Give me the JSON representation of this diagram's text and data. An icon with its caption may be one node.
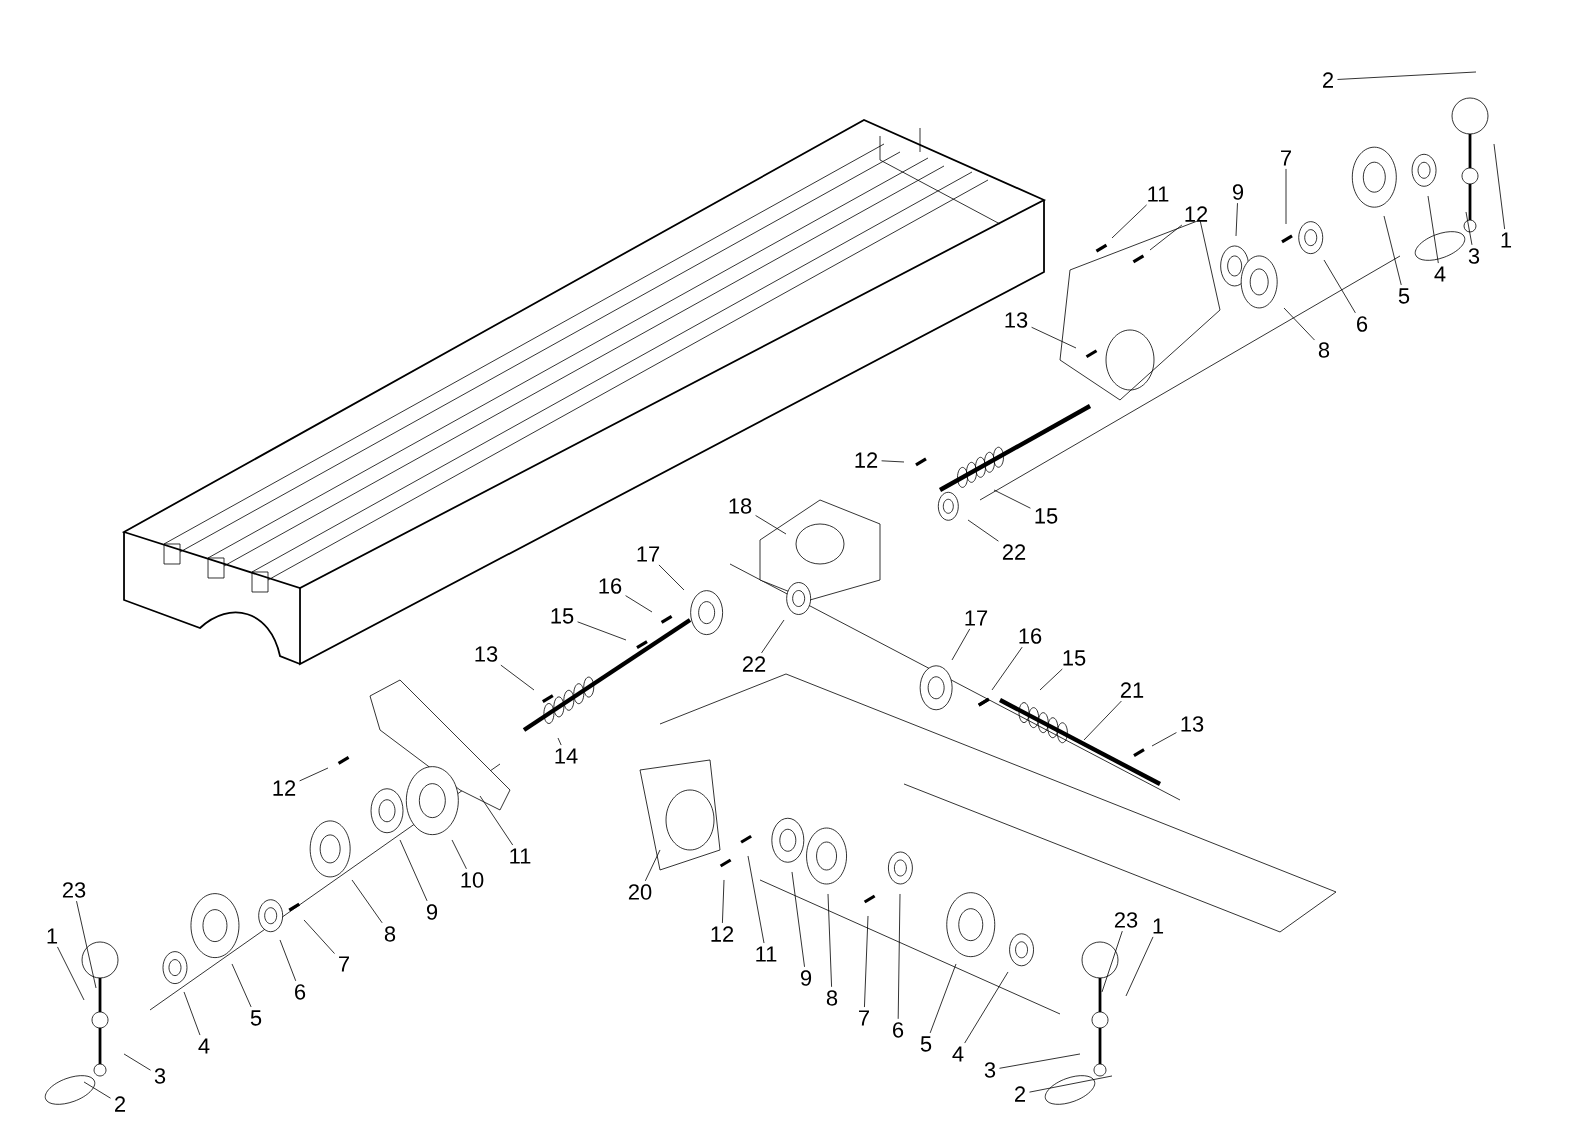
{
  "diagram": {
    "nodes": [
      {
        "text": [
          "2"
        ]
      },
      {
        "text": [
          "11"
        ]
      },
      {
        "text": [
          "12"
        ]
      },
      {
        "text": [
          "9"
        ]
      },
      {
        "text": [
          "7"
        ]
      },
      {
        "text": [
          "1"
        ]
      },
      {
        "text": [
          "3"
        ]
      },
      {
        "text": [
          "4"
        ]
      },
      {
        "text": [
          "5"
        ]
      },
      {
        "text": [
          "6"
        ]
      },
      {
        "text": [
          "8"
        ]
      },
      {
        "text": [
          "13"
        ]
      },
      {
        "text": [
          "12"
        ]
      },
      {
        "text": [
          "15"
        ]
      },
      {
        "text": [
          "22"
        ]
      },
      {
        "text": [
          "18"
        ]
      },
      {
        "text": [
          "17"
        ]
      },
      {
        "text": [
          "16"
        ]
      },
      {
        "text": [
          "15"
        ]
      },
      {
        "text": [
          "22"
        ]
      },
      {
        "text": [
          "13"
        ]
      },
      {
        "text": [
          "14"
        ]
      },
      {
        "text": [
          "17"
        ]
      },
      {
        "text": [
          "16"
        ]
      },
      {
        "text": [
          "15"
        ]
      },
      {
        "text": [
          "21"
        ]
      },
      {
        "text": [
          "13"
        ]
      },
      {
        "text": [
          "12"
        ]
      },
      {
        "text": [
          "11"
        ]
      },
      {
        "text": [
          "10"
        ]
      },
      {
        "text": [
          "9"
        ]
      },
      {
        "text": [
          "8"
        ]
      },
      {
        "text": [
          "7"
        ]
      },
      {
        "text": [
          "6"
        ]
      },
      {
        "text": [
          "5"
        ]
      },
      {
        "text": [
          "4"
        ]
      },
      {
        "text": [
          "3"
        ]
      },
      {
        "text": [
          "2"
        ]
      },
      {
        "text": [
          "1"
        ]
      },
      {
        "text": [
          "23"
        ]
      },
      {
        "text": [
          "20"
        ]
      },
      {
        "text": [
          "12"
        ]
      },
      {
        "text": [
          "11"
        ]
      },
      {
        "text": [
          "9"
        ]
      },
      {
        "text": [
          "8"
        ]
      },
      {
        "text": [
          "7"
        ]
      },
      {
        "text": [
          "6"
        ]
      },
      {
        "text": [
          "5"
        ]
      },
      {
        "text": [
          "4"
        ]
      },
      {
        "text": [
          "3"
        ]
      },
      {
        "text": [
          "2"
        ]
      },
      {
        "text": [
          "23"
        ]
      },
      {
        "text": [
          "1"
        ]
      }
    ],
    "edges": [
      {
        "from": 0,
        "to": null,
        "arrow": "none"
      },
      {
        "from": 1,
        "to": null,
        "arrow": "none"
      },
      {
        "from": 2,
        "to": null,
        "arrow": "none"
      },
      {
        "from": 3,
        "to": null,
        "arrow": "none"
      },
      {
        "from": 4,
        "to": null,
        "arrow": "none"
      },
      {
        "from": 5,
        "to": null,
        "arrow": "none"
      },
      {
        "from": 6,
        "to": null,
        "arrow": "none"
      },
      {
        "from": 7,
        "to": null,
        "arrow": "none"
      },
      {
        "from": 8,
        "to": null,
        "arrow": "none"
      },
      {
        "from": 9,
        "to": null,
        "arrow": "none"
      },
      {
        "from": 10,
        "to": null,
        "arrow": "none"
      },
      {
        "from": 11,
        "to": null,
        "arrow": "none"
      },
      {
        "from": 12,
        "to": null,
        "arrow": "none"
      },
      {
        "from": 13,
        "to": null,
        "arrow": "none"
      },
      {
        "from": 14,
        "to": null,
        "arrow": "none"
      },
      {
        "from": 15,
        "to": null,
        "arrow": "none"
      },
      {
        "from": 16,
        "to": null,
        "arrow": "none"
      },
      {
        "from": 17,
        "to": null,
        "arrow": "none"
      },
      {
        "from": 18,
        "to": null,
        "arrow": "none"
      },
      {
        "from": 19,
        "to": null,
        "arrow": "none"
      },
      {
        "from": 20,
        "to": null,
        "arrow": "none"
      },
      {
        "from": 21,
        "to": null,
        "arrow": "none"
      },
      {
        "from": 22,
        "to": null,
        "arrow": "none"
      },
      {
        "from": 23,
        "to": null,
        "arrow": "none"
      },
      {
        "from": 24,
        "to": null,
        "arrow": "none"
      },
      {
        "from": 25,
        "to": null,
        "arrow": "none"
      },
      {
        "from": 26,
        "to": null,
        "arrow": "none"
      },
      {
        "from": 27,
        "to": null,
        "arrow": "none"
      },
      {
        "from": 28,
        "to": null,
        "arrow": "none"
      },
      {
        "from": 29,
        "to": null,
        "arrow": "none"
      },
      {
        "from": 30,
        "to": null,
        "arrow": "none"
      },
      {
        "from": 31,
        "to": null,
        "arrow": "none"
      },
      {
        "from": 32,
        "to": null,
        "arrow": "none"
      },
      {
        "from": 33,
        "to": null,
        "arrow": "none"
      },
      {
        "from": 34,
        "to": null,
        "arrow": "none"
      },
      {
        "from": 35,
        "to": null,
        "arrow": "none"
      },
      {
        "from": 36,
        "to": null,
        "arrow": "none"
      },
      {
        "from": 37,
        "to": null,
        "arrow": "none"
      },
      {
        "from": 38,
        "to": null,
        "arrow": "none"
      },
      {
        "from": 39,
        "to": null,
        "arrow": "none"
      },
      {
        "from": 40,
        "to": null,
        "arrow": "none"
      },
      {
        "from": 41,
        "to": null,
        "arrow": "none"
      },
      {
        "from": 42,
        "to": null,
        "arrow": "none"
      },
      {
        "from": 43,
        "to": null,
        "arrow": "none"
      },
      {
        "from": 44,
        "to": null,
        "arrow": "none"
      },
      {
        "from": 45,
        "to": null,
        "arrow": "none"
      },
      {
        "from": 46,
        "to": null,
        "arrow": "none"
      },
      {
        "from": 47,
        "to": null,
        "arrow": "none"
      },
      {
        "from": 48,
        "to": null,
        "arrow": "none"
      },
      {
        "from": 49,
        "to": null,
        "arrow": "none"
      },
      {
        "from": 50,
        "to": null,
        "arrow": "none"
      },
      {
        "from": 51,
        "to": null,
        "arrow": "none"
      },
      {
        "from": 52,
        "to": null,
        "arrow": "none"
      }
    ]
  }
}
